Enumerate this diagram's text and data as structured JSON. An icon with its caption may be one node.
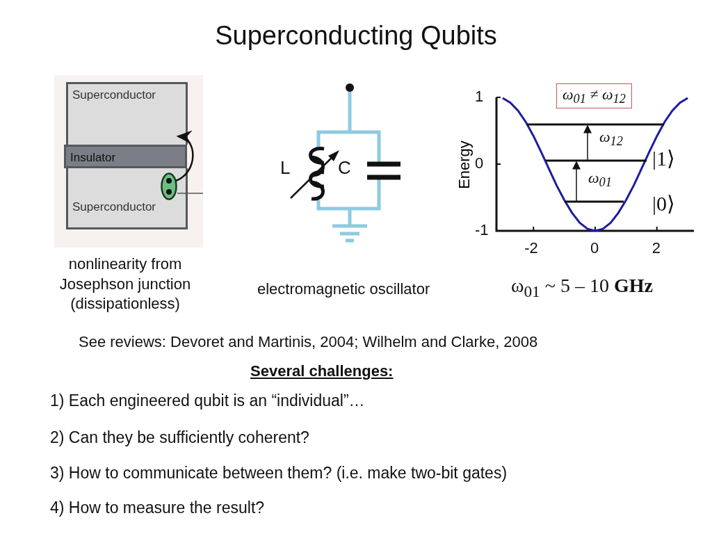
{
  "diagram": {
    "title": "Superconducting Qubits",
    "nodes": [
      {
        "text": [
          "Superconductor"
        ]
      },
      {
        "text": [
          "Insulator"
        ]
      },
      {
        "text": [
          "Superconductor"
        ]
      },
      {
        "text": [],
        "shape": "circle",
        "in": 2
      }
    ],
    "edges": [
      {
        "from": 3,
        "to": 0,
        "arrow": "to"
      },
      {
        "from": 3,
        "to": null,
        "arrow": "none"
      }
    ],
    "labels": [
      "L",
      "C",
      "nonlinearity from Josephson junction (dissipationless)",
      "electromagnetic oscillator",
      "ω$_{01}$ ~ 5 – 10 **GHz**",
      "See reviews: Devoret and Martinis, 2004;  Wilhelm and Clarke, 2008",
      "Several challenges:",
      "1) Each engineered qubit is an “individual”…",
      "2) Can they be sufficiently coherent?",
      "3) How to communicate between them? (i.e. make two-bit gates)",
      "4) How to measure the result?"
    ],
    "chart_data": {
      "type": "line",
      "ylabel": "Energy",
      "x": [
        -3,
        -2.75,
        -2.5,
        -2.25,
        -2,
        -1.75,
        -1.5,
        -1.25,
        -1,
        -0.75,
        -0.5,
        -0.25,
        0,
        0.25,
        0.5,
        0.75,
        1,
        1.25,
        1.5,
        1.75,
        2,
        2.25,
        2.5,
        2.75,
        3
      ],
      "series": [
        {
          "color": "#1c1ca0",
          "values": [
            0.99,
            0.92,
            0.8,
            0.63,
            0.42,
            0.18,
            -0.07,
            -0.32,
            -0.54,
            -0.73,
            -0.88,
            -0.97,
            -1,
            -0.97,
            -0.88,
            -0.73,
            -0.54,
            -0.32,
            -0.07,
            0.18,
            0.42,
            0.63,
            0.8,
            0.92,
            0.99
          ]
        }
      ],
      "xlim": [
        -3.2,
        3.2
      ],
      "ylim": [
        -1,
        1
      ],
      "xticks": [
        -2,
        0,
        2
      ],
      "yticks": [
        -1,
        0,
        1
      ],
      "annotations": [
        "ω$_{01}$ ≠ ω$_{12}$",
        "ω$_{12}$",
        "ω$_{01}$",
        "|1⟩",
        "|0⟩"
      ]
    }
  }
}
